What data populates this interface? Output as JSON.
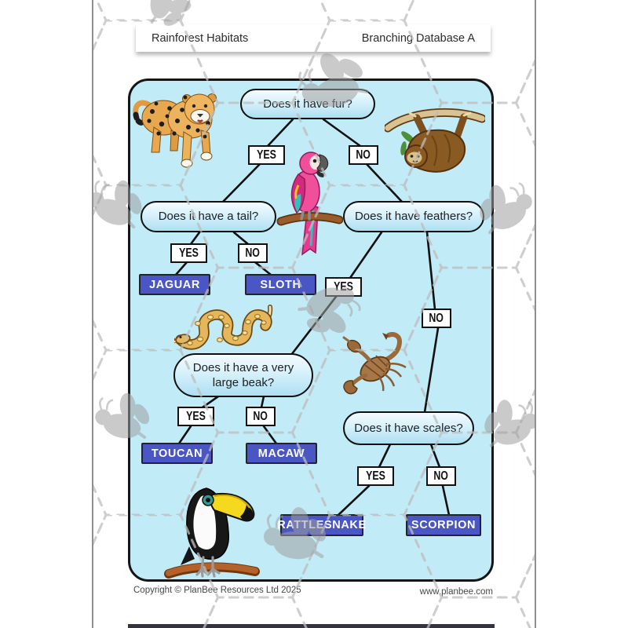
{
  "header": {
    "left_title": "Rainforest Habitats",
    "right_title": "Branching Database A"
  },
  "questions": {
    "fur": "Does it have fur?",
    "tail": "Does it have a tail?",
    "feathers": "Does it have feathers?",
    "beak": "Does it have a very large beak?",
    "scales": "Does it have scales?"
  },
  "branch_labels": {
    "yes": "YES",
    "no": "NO"
  },
  "answers": {
    "jaguar": "JAGUAR",
    "sloth": "SLOTH",
    "toucan": "TOUCAN",
    "macaw": "MACAW",
    "rattlesnake": "RATTLESNAKE",
    "scorpion": "SCORPION"
  },
  "footer": {
    "copyright": "Copyright © PlanBee Resources Ltd 2025",
    "website": "www.planbee.com"
  },
  "images": {
    "jaguar": "jaguar-illustration",
    "sloth": "sloth-illustration",
    "macaw": "macaw-parrot-illustration",
    "snake": "snake-illustration",
    "scorpion": "scorpion-illustration",
    "toucan": "toucan-illustration",
    "bee": "bee-watermark",
    "hexagons": "honeycomb-dashed-pattern"
  },
  "colors": {
    "panel_bg": "#c2ebf8",
    "question_gradient_top": "#f4fbfe",
    "question_gradient_bottom": "#aedff2",
    "answer_bg": "#4956c4",
    "answer_text": "#ffffff",
    "line": "#111111",
    "watermark_grey": "#a8a8a8"
  }
}
